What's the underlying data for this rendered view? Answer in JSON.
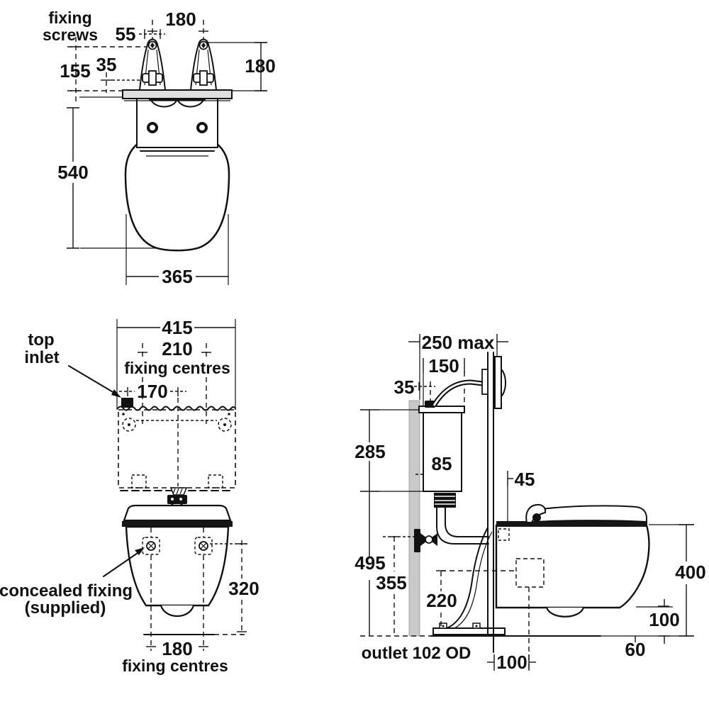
{
  "plan_view": {
    "label_fixing_screws_line1": "fixing",
    "label_fixing_screws_line2": "screws",
    "dim_screw_centres": "180",
    "dim_screw_slot": "55",
    "dim_nut_offset": "35",
    "dim_bracket_to_plate": "155",
    "dim_bracket_height": "180",
    "dim_pan_depth": "540",
    "dim_pan_width": "365"
  },
  "front_view": {
    "dim_cistern_width": "415",
    "dim_cistern_fixing_centres": "210",
    "caption_fixing_centres_top": "fixing centres",
    "dim_inlet_offset": "170",
    "label_top_inlet_line1": "top",
    "label_top_inlet_line2": "inlet",
    "label_concealed_line1": "concealed fixing",
    "label_concealed_line2": "(supplied)",
    "dim_pan_height": "320",
    "dim_pan_fixing_centres": "180",
    "caption_fixing_centres_bottom": "fixing centres"
  },
  "side_view": {
    "dim_depth_max": "250 max",
    "dim_cistern_depth": "150",
    "dim_wall_gap": "35",
    "dim_cistern_height": "285",
    "dim_flush_pipe_offset": "85",
    "dim_rim_to_panel": "45",
    "dim_cistern_bottom_height": "495",
    "dim_supply_height": "355",
    "dim_outlet_height": "220",
    "label_outlet": "outlet 102 OD",
    "dim_outlet_setout": "100",
    "dim_rim_height": "400",
    "dim_under_clearance": "100",
    "dim_floor_gap": "60"
  }
}
